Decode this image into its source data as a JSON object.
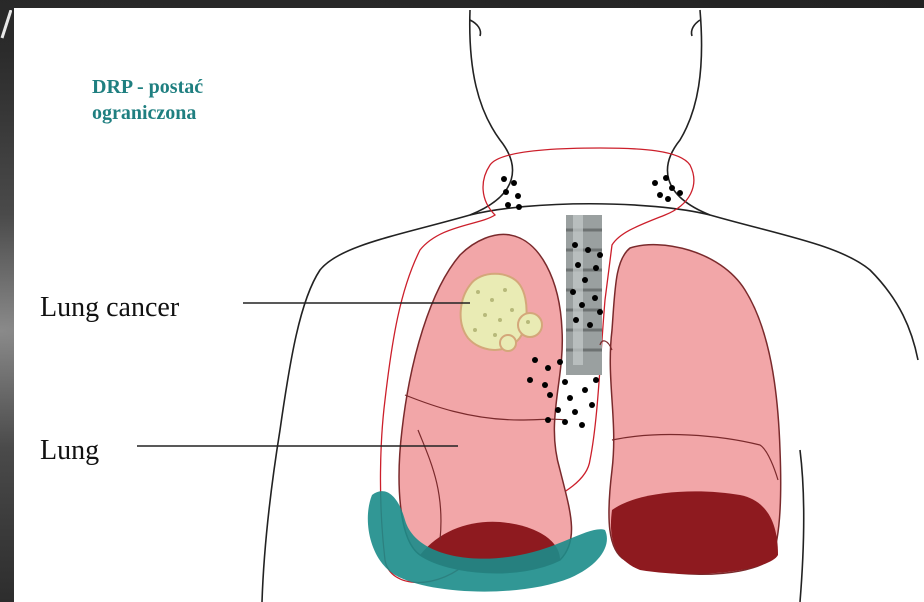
{
  "title": {
    "line1": "DRP - postać",
    "line2": "ograniczona"
  },
  "labels": {
    "lung_cancer": "Lung cancer",
    "lung": "Lung"
  },
  "colors": {
    "title": "#1f7f80",
    "lung_fill": "#f2a6a8",
    "lung_dark": "#8e1a1f",
    "outline_red": "#cc1f2b",
    "tumor": "#e9ebb4",
    "nodes": "#000000",
    "infiltrate": "#1b8c89"
  }
}
